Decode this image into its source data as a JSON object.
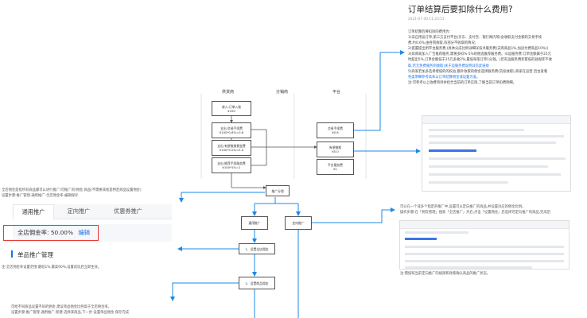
{
  "article": {
    "title": "订单结算后要扣除什么费用?",
    "date": "2021-07-30 11:23:51",
    "lines": [
      "订单结算后要扣除的费用为:",
      "1)非自用运订单,第三方支付平台(京东、支付宝、银行网内等)会收取支付金额的交易手续",
      "费,约0.6%,由各院收取,有部分不收取的情况;",
      "2)提置提出用平台服务费,(具体分成比例详细详技术服务费(支购商品1%,加运付费商品10%))",
      "3)如商家加入广告推荐服务,需要多扣%-5%的佣选推荐服务费。4)运服务费:订单金额属于25元",
      "时超出5%,订单金额低于25元多收2%,最低每笔订单1分钱。(若有运服务费积累低的就视库不收",
      "取,若无免费服务则收取)关于运服务费说明详见此链接",
      "5)商家若加多选择增值的的权益,额外收取的佣金选择服务费(货准收取),商家在运营 后台查看",
      "各类明细参考具体以订单结算佣金或设置为准。",
      "",
      "注:可参考以上收费项目并结合当前的订单实际,了解当前订单扣费明细。"
    ]
  },
  "flowchart": {
    "lane_headers": [
      "供货商",
      "分销商",
      "平台"
    ],
    "supplier_boxes": [
      [
        "收入:订单入账",
        "¥100"
      ],
      [
        "支出:交易手续费",
        "¥100*0.6%=0.6"
      ],
      [
        "支出:有偿推推佣金费",
        "¥100*5.0%=5.0"
      ],
      [
        "支出:推荐手续服务费",
        "¥100*1%=1"
      ]
    ],
    "platform_boxes": [
      [
        "交易手续费",
        "¥0.6"
      ],
      [
        "有偿推推",
        "¥5.0"
      ],
      [
        "平台服务费",
        "¥1"
      ]
    ],
    "center_node": "推广分佣",
    "branch_left": "通用推广",
    "branch_right": "定向推广",
    "step_boxes": [
      "1、设置全店佣金",
      "2、设置商品佣金"
    ]
  },
  "right_note_top": [
    "可以在一个或多个指定的推广中,设置可以定向推广的商品,并设置对应的佣金比例。",
    "操作步骤:在「佣货管理」搜索「全店推广」开启,点击「设置佣金」后选择可定向推广的商品,完成后"
  ],
  "right_note_bottom": "注:需按照当前定向推广的规则和政策确认商品的推广状态。",
  "left_panel": {
    "intro_lines": [
      "全店佣金是指所有商品都可以进行推广(可推广的)佣金,商品(不需要或者是特定商品设置佣金)",
      "设置步骤:推广管理-通用推广-全店佣金率-编辑保存"
    ],
    "tabs": [
      "通用推广",
      "定向推广",
      "优惠券推广"
    ],
    "rate_label": "全店佣金率:",
    "rate_value": "50.00%",
    "rate_edit": "编辑",
    "section_title": "单品推广管理",
    "note": "注:全店佣金率设置范围:最低1%,最高90%,设置成功后立即生效。",
    "bottom_lines": [
      "可给不同商品设置不同的佣金,建议单品佣金比例高于全店佣金率。",
      "设置步骤:推广管理-通用推广-新建-选择某商品,下一步-设置单品佣金-保存完成"
    ]
  },
  "colors": {
    "arrow": "#1e88e5",
    "highlight": "#e53935",
    "link": "#1a73e8"
  }
}
